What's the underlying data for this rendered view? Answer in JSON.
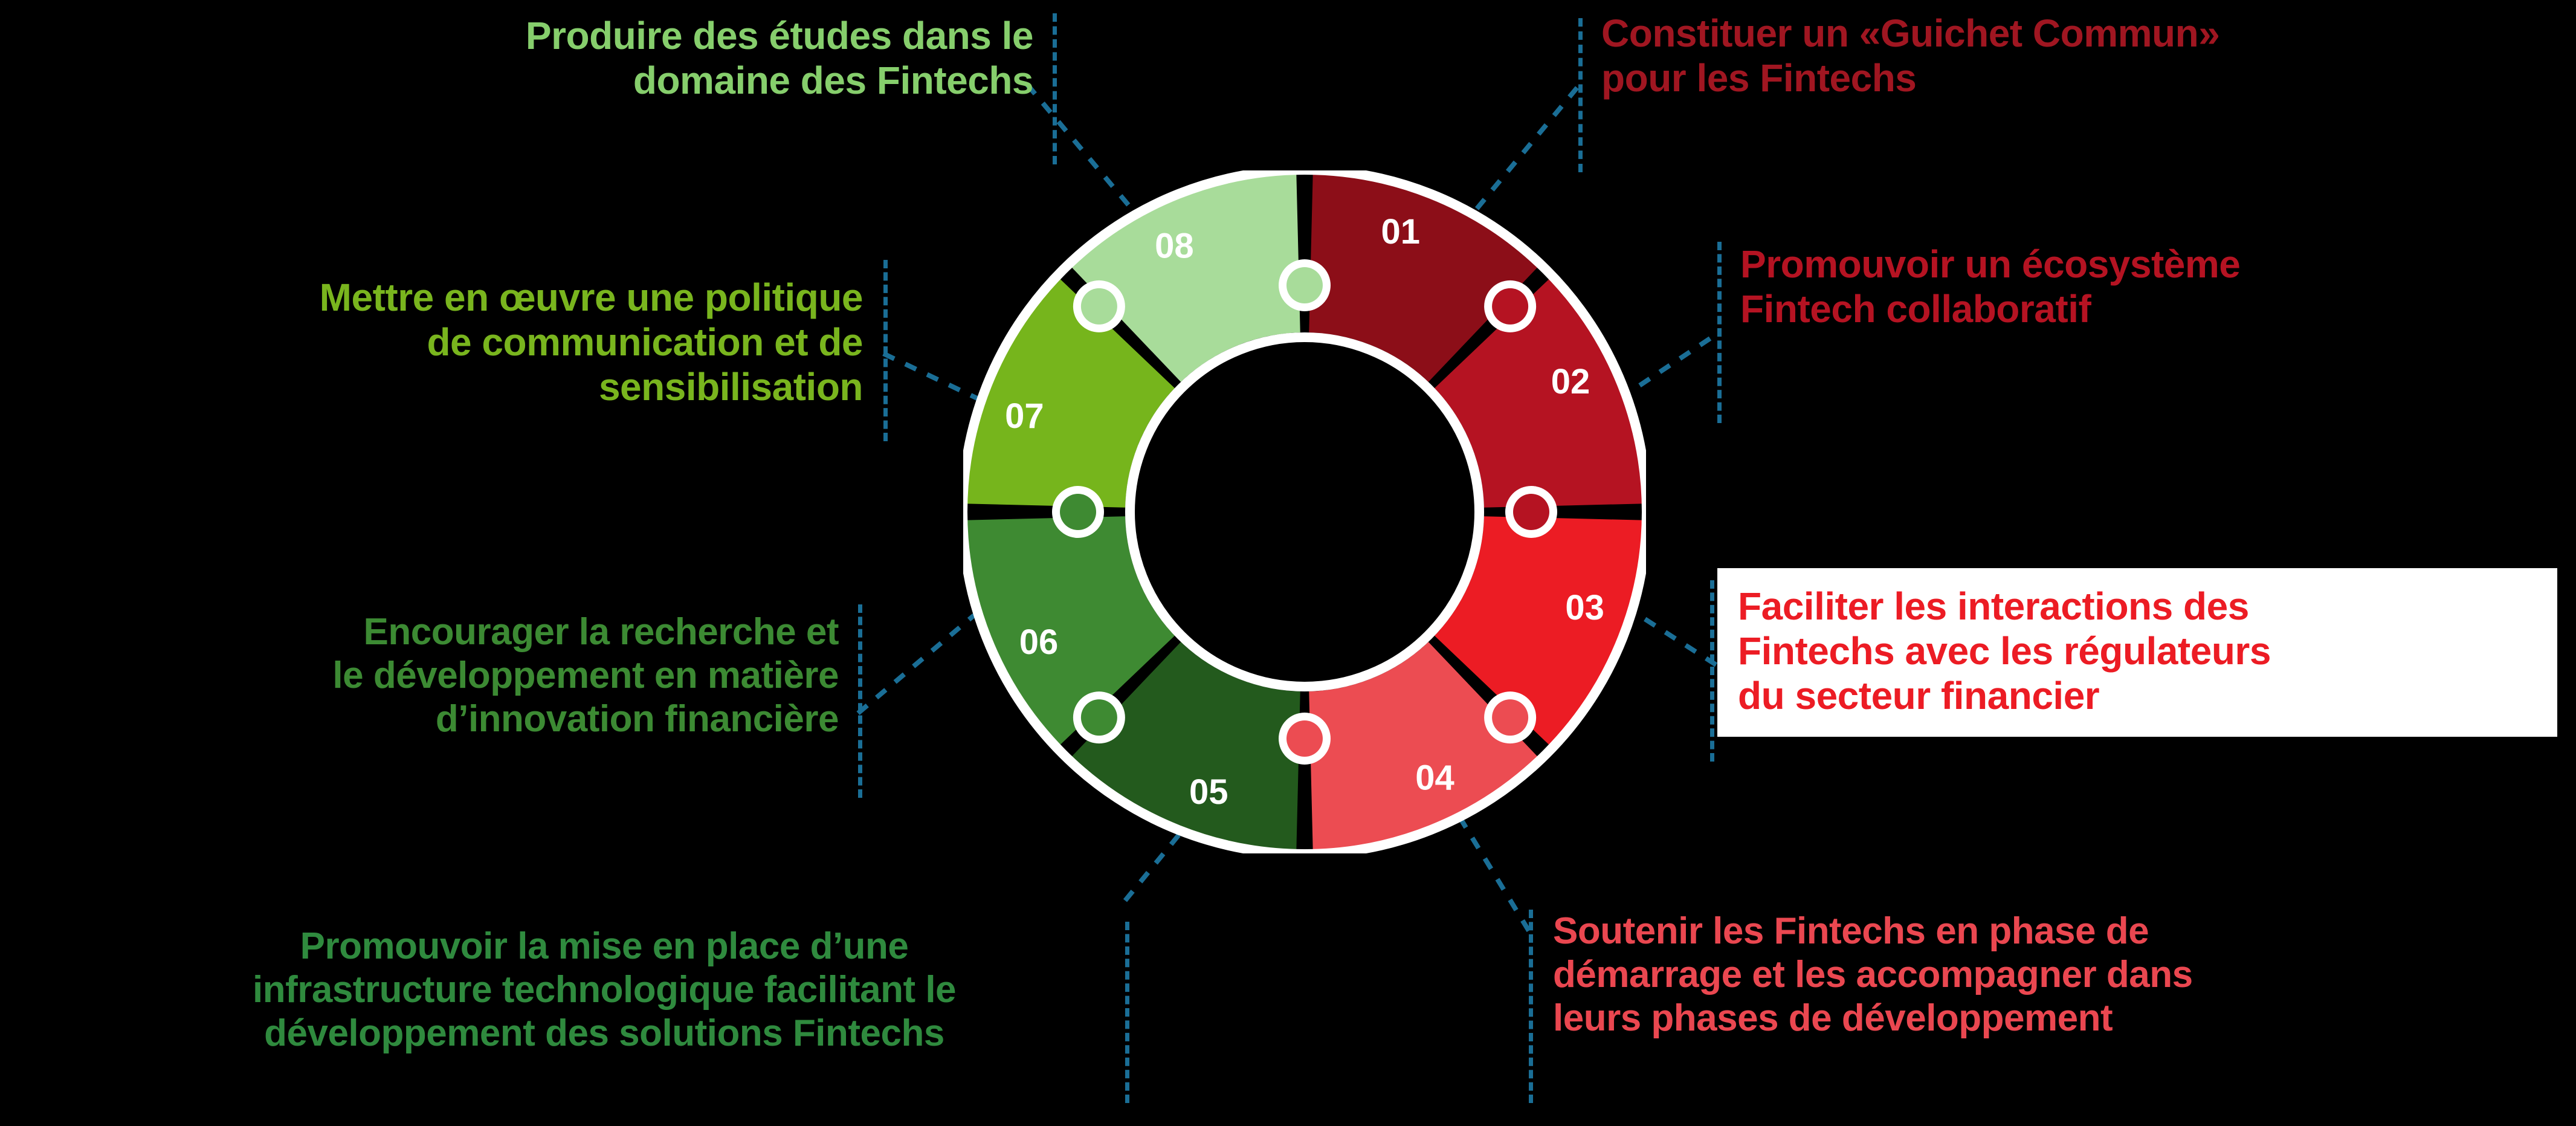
{
  "graphic": {
    "type": "puzzle-ring-infographic",
    "background_color": "#000000",
    "connector_color": "#1a6e96",
    "segment_gap_color": "#ffffff",
    "center_label": ""
  },
  "segments": [
    {
      "number": "01",
      "color": "#8C0E18",
      "text_color": "#A01621",
      "side": "right",
      "text": "Constituer un «Guichet Commun»\npour les Fintechs",
      "boxed": false
    },
    {
      "number": "02",
      "color": "#B51322",
      "text_color": "#B51322",
      "side": "right",
      "text": "Promouvoir un écosystème\nFintech collaboratif",
      "boxed": false
    },
    {
      "number": "03",
      "color": "#EC1C24",
      "text_color": "#EC1C24",
      "side": "right",
      "text": "Faciliter les interactions des\nFintechs avec les régulateurs\ndu secteur financier",
      "boxed": true
    },
    {
      "number": "04",
      "color": "#EC4C52",
      "text_color": "#EA4750",
      "side": "right",
      "text": "Soutenir les Fintechs en phase de\ndémarrage et les accompagner dans\nleurs phases de développement",
      "boxed": false
    },
    {
      "number": "05",
      "color": "#235A1D",
      "text_color": "#2F8A3E",
      "side": "left",
      "text": "Promouvoir la mise en place d’une\ninfrastructure technologique facilitant le\ndéveloppement des solutions Fintechs",
      "boxed": false
    },
    {
      "number": "06",
      "color": "#3E8A32",
      "text_color": "#3C8A33",
      "side": "left",
      "text": "Encourager la recherche et\nle développement en matière\nd’innovation financière",
      "boxed": false
    },
    {
      "number": "07",
      "color": "#76B51C",
      "text_color": "#79B51E",
      "side": "left",
      "text": "Mettre en œuvre une politique\nde communication et de\nsensibilisation",
      "boxed": false
    },
    {
      "number": "08",
      "color": "#A8DC9A",
      "text_color": "#86CE6C",
      "side": "left",
      "text": "Produire des études dans le\ndomaine des Fintechs",
      "boxed": false
    }
  ],
  "chart_data": {
    "type": "pie",
    "title": "",
    "categories": [
      "01",
      "02",
      "03",
      "04",
      "05",
      "06",
      "07",
      "08"
    ],
    "values": [
      12.5,
      12.5,
      12.5,
      12.5,
      12.5,
      12.5,
      12.5,
      12.5
    ],
    "labels": [
      "Constituer un «Guichet Commun» pour les Fintechs",
      "Promouvoir un écosystème Fintech collaboratif",
      "Faciliter les interactions des Fintechs avec les régulateurs du secteur financier",
      "Soutenir les Fintechs en phase de démarrage et les accompagner dans leurs phases de développement",
      "Promouvoir la mise en place d’une infrastructure technologique facilitant le développement des solutions Fintechs",
      "Encourager la recherche et le développement en matière d’innovation financière",
      "Mettre en œuvre une politique de communication et de sensibilisation",
      "Produire des études dans le domaine des Fintechs"
    ],
    "colors": [
      "#8C0E18",
      "#B51322",
      "#EC1C24",
      "#EC4C52",
      "#235A1D",
      "#3E8A32",
      "#76B51C",
      "#A8DC9A"
    ],
    "legend": "callouts",
    "donut": true
  }
}
